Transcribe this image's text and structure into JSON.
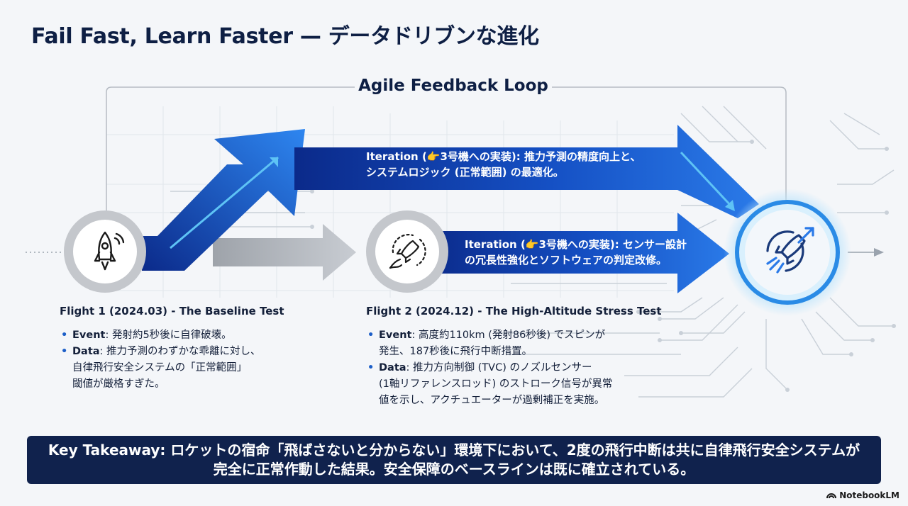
{
  "title": "Fail Fast, Learn Faster — データドリブンな進化",
  "loop_title": "Agile Feedback Loop",
  "iterations": [
    {
      "line1": "Iteration (👉3号機への実装): 推力予測の精度向上と、",
      "line2": "システムロジック (正常範囲) の最適化。"
    },
    {
      "line1": "Iteration (👉3号機への実装): センサー設計",
      "line2": "の冗長性強化とソフトウェアの判定改修。"
    }
  ],
  "flights": [
    {
      "title": "Flight 1 (2024.03) - The Baseline Test",
      "icon": "rocket-icon",
      "bullets": [
        {
          "label": "Event",
          "lines": [
            ": 発射約5秒後に自律破壊。"
          ]
        },
        {
          "label": "Data",
          "lines": [
            ": 推力予測のわずかな乖離に対し、",
            "自律飛行安全システムの「正常範囲」",
            "閾値が厳格すぎた。"
          ]
        }
      ]
    },
    {
      "title": "Flight 2 (2024.12) - The High-Altitude Stress Test",
      "icon": "rocket-trajectory-icon",
      "bullets": [
        {
          "label": "Event",
          "lines": [
            ": 高度約110km (発射86秒後) でスピンが",
            "発生、187秒後に飛行中断措置。"
          ]
        },
        {
          "label": "Data",
          "lines": [
            ": 推力方向制御 (TVC) のノズルセンサー",
            "(1軸リファレンスロッド) のストローク信号が異常",
            "値を示し、アクチュエーターが過剰補正を実施。"
          ]
        }
      ]
    }
  ],
  "takeaway": {
    "line1": "Key Takeaway: ロケットの宿命「飛ばさないと分からない」環境下において、2度の飛行中断は共に自律飛行安全システムが",
    "line2": "完全に正常作動した結果。安全保障のベースラインは既に確立されている。"
  },
  "brand": "NotebookLM",
  "colors": {
    "navy": "#10224d",
    "blue": "#1d5fc8",
    "gray": "#c4c7cc",
    "glow": "#5ec3f5"
  }
}
